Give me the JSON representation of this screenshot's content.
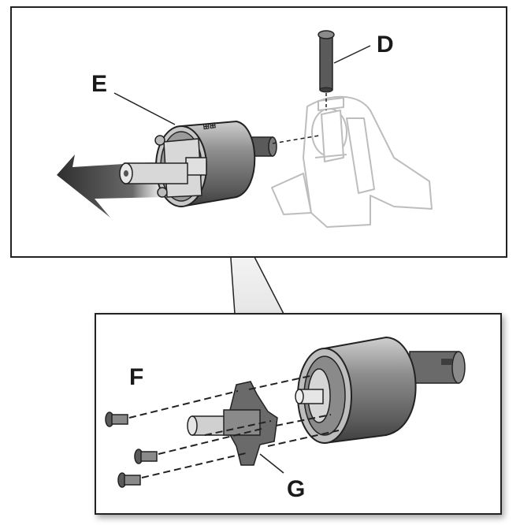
{
  "callouts": {
    "d": "D",
    "e": "E",
    "f": "F",
    "g": "G"
  },
  "colors": {
    "frame": "#222222",
    "cartridge_dark": "#4a4a4a",
    "cartridge_mid": "#8a8a8a",
    "cartridge_light": "#c8c8c8",
    "faded_part": "#bdbdbd",
    "arrow": "#3a3a3a"
  }
}
